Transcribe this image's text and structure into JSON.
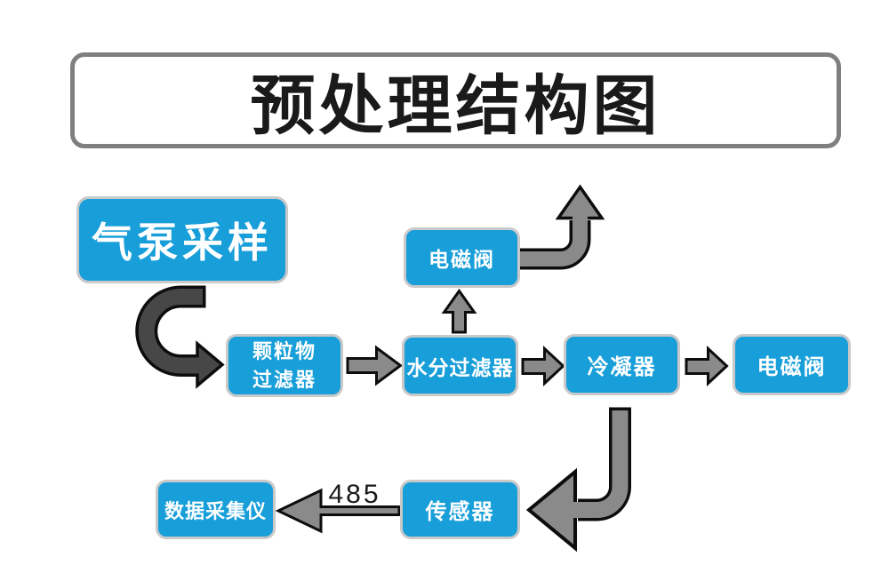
{
  "title": "预处理结构图",
  "colors": {
    "box_blue": "#189ed9",
    "box_border": "#c9c9c9",
    "arrow_gray": "#8a8a8a",
    "arrow_dark": "#474747",
    "outline": "#0d0d0d",
    "title_border": "#7f7f7f",
    "ink": "#1a1a1a",
    "background": "#ffffff"
  },
  "nodes": [
    {
      "id": "air-pump-sampling",
      "label": "气泵采样"
    },
    {
      "id": "particulate-filter",
      "label": "颗粒物过滤器",
      "lines": [
        "颗粒物",
        "过滤器"
      ]
    },
    {
      "id": "solenoid-valve-top",
      "label": "电磁阀"
    },
    {
      "id": "moisture-filter",
      "label": "水分过滤器"
    },
    {
      "id": "condenser",
      "label": "冷凝器"
    },
    {
      "id": "solenoid-valve-outlet",
      "label": "电磁阀"
    },
    {
      "id": "sensor",
      "label": "传感器"
    },
    {
      "id": "data-collector",
      "label": "数据采集仪"
    }
  ],
  "edges": [
    {
      "from": "air-pump-sampling",
      "to": "particulate-filter",
      "label": ""
    },
    {
      "from": "particulate-filter",
      "to": "moisture-filter",
      "label": ""
    },
    {
      "from": "moisture-filter",
      "to": "solenoid-valve-top",
      "label": ""
    },
    {
      "from": "solenoid-valve-top",
      "to": "exhaust-up",
      "label": ""
    },
    {
      "from": "moisture-filter",
      "to": "condenser",
      "label": ""
    },
    {
      "from": "condenser",
      "to": "solenoid-valve-outlet",
      "label": ""
    },
    {
      "from": "condenser",
      "to": "sensor",
      "label": ""
    },
    {
      "from": "sensor",
      "to": "data-collector",
      "label": "485"
    }
  ]
}
